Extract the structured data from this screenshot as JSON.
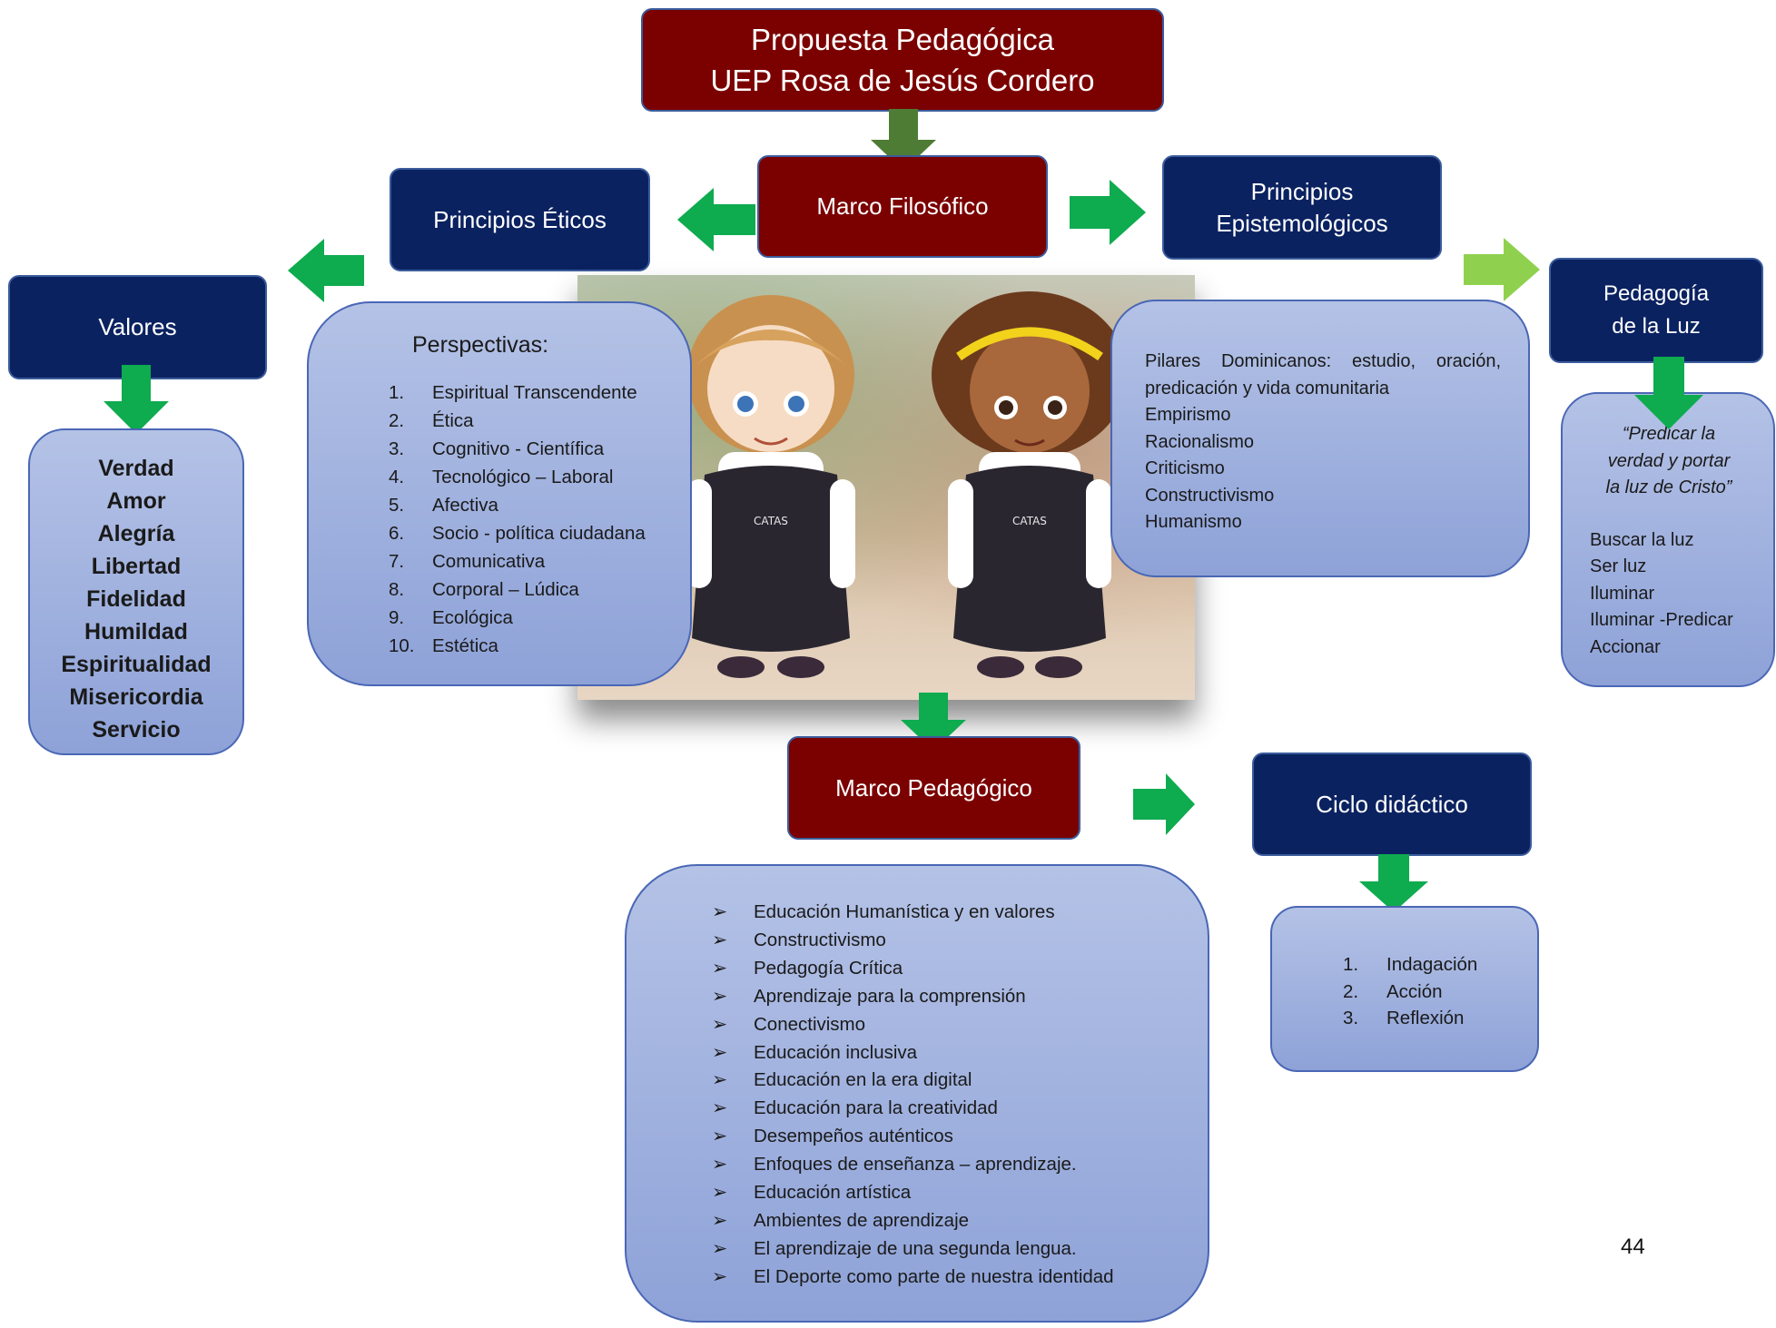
{
  "title": {
    "line1": "Propuesta Pedagógica",
    "line2": "UEP Rosa de Jesús Cordero"
  },
  "marco_filosofico": "Marco Filosófico",
  "principios_eticos": "Principios Éticos",
  "principios_epistemologicos": {
    "line1": "Principios",
    "line2": "Epistemológicos"
  },
  "valores": {
    "label": "Valores",
    "items": [
      "Verdad",
      "Amor",
      "Alegría",
      "Libertad",
      "Fidelidad",
      "Humildad",
      "Espiritualidad",
      "Misericordia",
      "Servicio"
    ]
  },
  "perspectivas": {
    "heading": "Perspectivas:",
    "items": [
      {
        "n": "1.",
        "t": "Espiritual Transcendente"
      },
      {
        "n": "2.",
        "t": "Ética"
      },
      {
        "n": "3.",
        "t": "Cognitivo - Científica"
      },
      {
        "n": "4.",
        "t": "Tecnológico – Laboral"
      },
      {
        "n": "5.",
        "t": "Afectiva"
      },
      {
        "n": "6.",
        "t": "Socio - política ciudadana"
      },
      {
        "n": "7.",
        "t": "Comunicativa"
      },
      {
        "n": "8.",
        "t": "Corporal – Lúdica"
      },
      {
        "n": "9.",
        "t": "Ecológica"
      },
      {
        "n": "10.",
        "t": "Estética"
      }
    ]
  },
  "epistemologia": {
    "line1": "Pilares Dominicanos: estudio, oración,",
    "line2": "predicación y vida comunitaria",
    "items": [
      "Empirismo",
      "Racionalismo",
      "Criticismo",
      "Constructivismo",
      "Humanismo"
    ]
  },
  "pedagogia_luz": {
    "label_line1": "Pedagogía",
    "label_line2": "de la Luz",
    "quote_line1": "“Predicar la",
    "quote_line2": "verdad y  portar",
    "quote_line3": "la luz de Cristo”",
    "items": [
      "Buscar la luz",
      "Ser luz",
      "Iluminar",
      "Iluminar  -Predicar",
      "Accionar"
    ]
  },
  "marco_pedagogico": {
    "label": "Marco Pedagógico",
    "items": [
      "Educación Humanística y en valores",
      "Constructivismo",
      "Pedagogía Crítica",
      "Aprendizaje para la comprensión",
      "Conectivismo",
      "Educación inclusiva",
      "Educación en la era digital",
      "Educación para la creatividad",
      "Desempeños auténticos",
      "Enfoques de enseñanza – aprendizaje.",
      "Educación artística",
      "Ambientes de aprendizaje",
      "El aprendizaje de una segunda lengua.",
      "El Deporte como parte de nuestra identidad"
    ]
  },
  "ciclo": {
    "label": "Ciclo didáctico",
    "items": [
      {
        "n": "1.",
        "t": "Indagación"
      },
      {
        "n": "2.",
        "t": "Acción"
      },
      {
        "n": "3.",
        "t": "Reflexión"
      }
    ]
  },
  "photo_logo_text": "CATAS",
  "page_number": "44",
  "colors": {
    "dark_red": "#7b0000",
    "navy": "#0b2261",
    "arrow_green": "#0eab4f",
    "arrow_light_green": "#8fd14f",
    "arrow_olive": "#4e7c34",
    "light_box": "#a8b8e2"
  }
}
